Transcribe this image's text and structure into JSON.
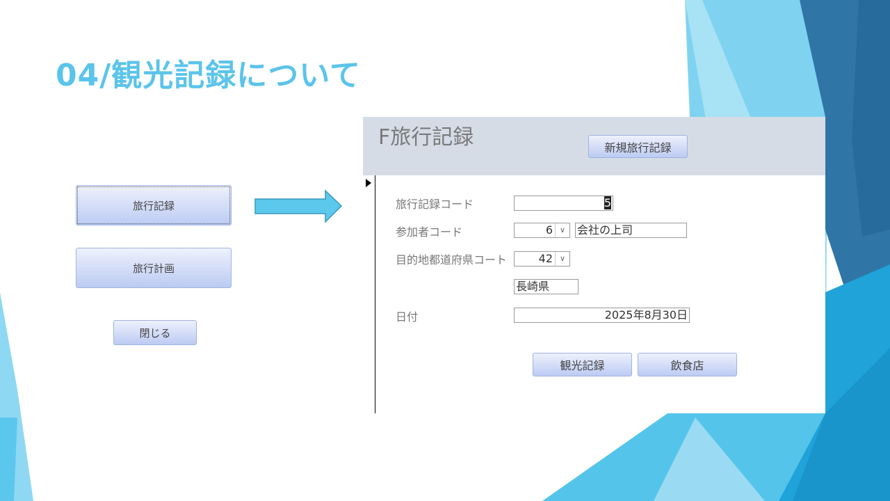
{
  "slide": {
    "title": "04/観光記録について"
  },
  "menu": {
    "buttons": [
      "旅行記録",
      "旅行計画"
    ],
    "close": "閉じる"
  },
  "form": {
    "title": "F旅行記録",
    "new_button": "新規旅行記録",
    "fields": {
      "record_code": {
        "label": "旅行記録コード",
        "value": "5"
      },
      "participant_code": {
        "label": "参加者コード",
        "value": "6",
        "name": "会社の上司"
      },
      "prefecture_code": {
        "label": "目的地都道府県コート",
        "value": "42",
        "name": "長崎県"
      },
      "date": {
        "label": "日付",
        "value": "2025年8月30日"
      }
    },
    "buttons": [
      "観光記録",
      "飲食店"
    ]
  },
  "colors": {
    "accent": "#5bc4ea",
    "header": "#d5dce6"
  }
}
